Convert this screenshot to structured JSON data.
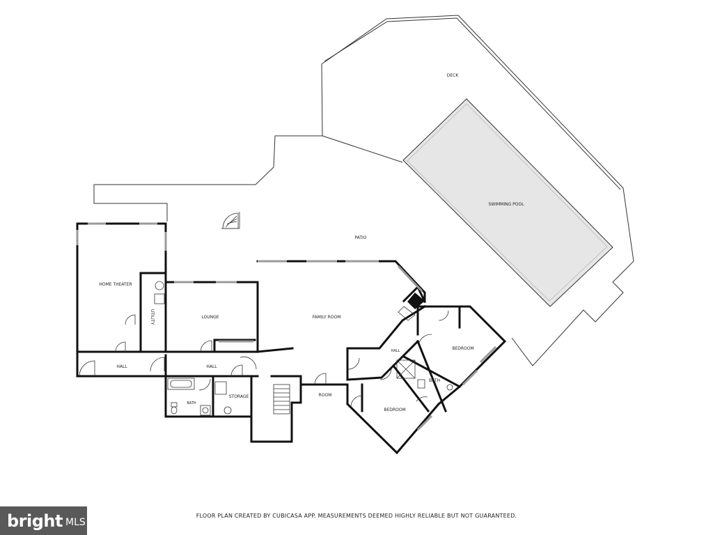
{
  "rooms": {
    "deck": "DECK",
    "swimming_pool": "SWIMMING POOL",
    "patio": "PATIO",
    "home_theater": "HOME THEATER",
    "utility": "UTILITY",
    "lounge": "LOUNGE",
    "family_room": "FAMILY ROOM",
    "hall_left": "HALL",
    "hall_center": "HALL",
    "hall_right": "HALL",
    "bath_left": "BATH",
    "storage": "STORAGE",
    "room": "ROOM",
    "bedroom_upper": "BEDROOM",
    "bath_right": "BATH",
    "bedroom_lower": "BEDROOM"
  },
  "footer": {
    "disclaimer": "FLOOR PLAN CREATED BY CUBICASA APP. MEASUREMENTS DEEMED HIGHLY RELIABLE BUT NOT GUARANTEED.",
    "brand": "bright",
    "brand_suffix": "MLS"
  },
  "colors": {
    "pool_fill": "#e6e6e6",
    "wall": "#111111",
    "window": "#9a9a9a",
    "badge": "#595959"
  }
}
